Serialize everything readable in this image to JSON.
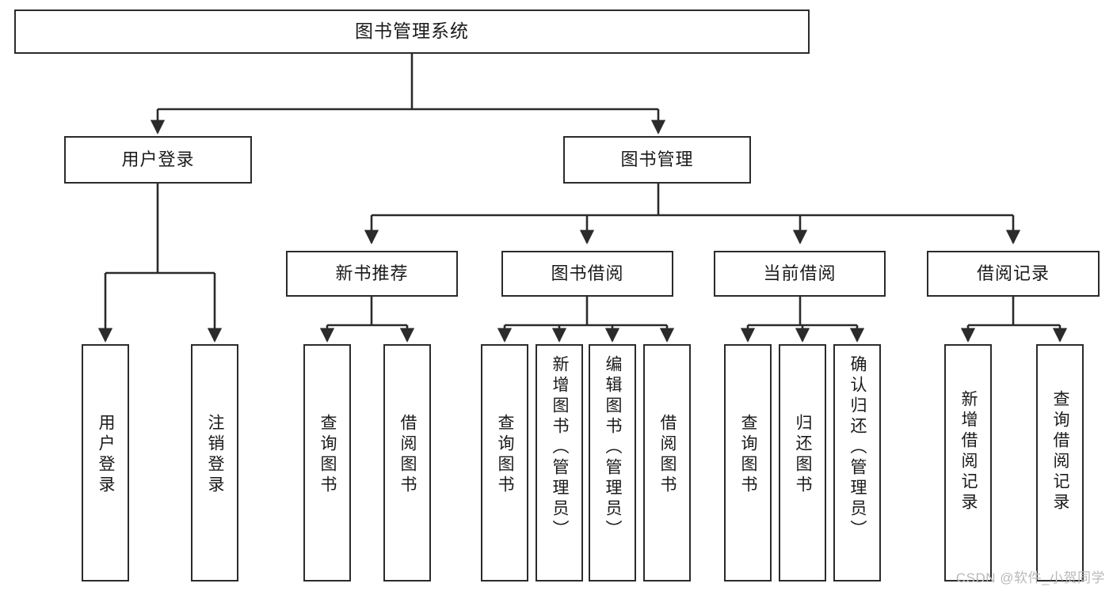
{
  "diagram": {
    "type": "tree-hierarchy",
    "title": "图书管理系统",
    "watermark": "CSDN @软件_小贺同学",
    "accent_color": "#2b2b2b",
    "background_color": "#ffffff",
    "levels": 4,
    "node_count": 20,
    "nodes": {
      "root": {
        "label": "图书管理系统",
        "level": 0
      },
      "user_login": {
        "label": "用户登录",
        "level": 1
      },
      "book_manage": {
        "label": "图书管理",
        "level": 1
      },
      "new_book_rec": {
        "label": "新书推荐",
        "level": 2
      },
      "book_borrow": {
        "label": "图书借阅",
        "level": 2
      },
      "current_borrow": {
        "label": "当前借阅",
        "level": 2
      },
      "borrow_record": {
        "label": "借阅记录",
        "level": 2
      },
      "leaf_user_login": {
        "label": "用户登录",
        "level": 3
      },
      "leaf_logout": {
        "label": "注销登录",
        "level": 3
      },
      "leaf_query_book_rec": {
        "label": "查询图书",
        "level": 3
      },
      "leaf_borrow_book_rec": {
        "label": "借阅图书",
        "level": 3
      },
      "leaf_query_book_bor": {
        "label": "查询图书",
        "level": 3
      },
      "leaf_add_book": {
        "label": "新增图书（管理员）",
        "level": 3
      },
      "leaf_edit_book": {
        "label": "编辑图书（管理员）",
        "level": 3
      },
      "leaf_borrow_book_bor": {
        "label": "借阅图书",
        "level": 3
      },
      "leaf_query_book_cur": {
        "label": "查询图书",
        "level": 3
      },
      "leaf_return_book": {
        "label": "归还图书",
        "level": 3
      },
      "leaf_confirm_return": {
        "label": "确认归还（管理员）",
        "level": 3
      },
      "leaf_add_record": {
        "label": "新增借阅记录",
        "level": 3
      },
      "leaf_query_record": {
        "label": "查询借阅记录",
        "level": 3
      }
    },
    "edges": [
      {
        "from": "root",
        "to": "user_login"
      },
      {
        "from": "root",
        "to": "book_manage"
      },
      {
        "from": "user_login",
        "to": "leaf_user_login"
      },
      {
        "from": "user_login",
        "to": "leaf_logout"
      },
      {
        "from": "book_manage",
        "to": "new_book_rec"
      },
      {
        "from": "book_manage",
        "to": "book_borrow"
      },
      {
        "from": "book_manage",
        "to": "current_borrow"
      },
      {
        "from": "book_manage",
        "to": "borrow_record"
      },
      {
        "from": "new_book_rec",
        "to": "leaf_query_book_rec"
      },
      {
        "from": "new_book_rec",
        "to": "leaf_borrow_book_rec"
      },
      {
        "from": "book_borrow",
        "to": "leaf_query_book_bor"
      },
      {
        "from": "book_borrow",
        "to": "leaf_add_book"
      },
      {
        "from": "book_borrow",
        "to": "leaf_edit_book"
      },
      {
        "from": "book_borrow",
        "to": "leaf_borrow_book_bor"
      },
      {
        "from": "current_borrow",
        "to": "leaf_query_book_cur"
      },
      {
        "from": "current_borrow",
        "to": "leaf_return_book"
      },
      {
        "from": "current_borrow",
        "to": "leaf_confirm_return"
      },
      {
        "from": "borrow_record",
        "to": "leaf_add_record"
      },
      {
        "from": "borrow_record",
        "to": "leaf_query_record"
      }
    ]
  }
}
